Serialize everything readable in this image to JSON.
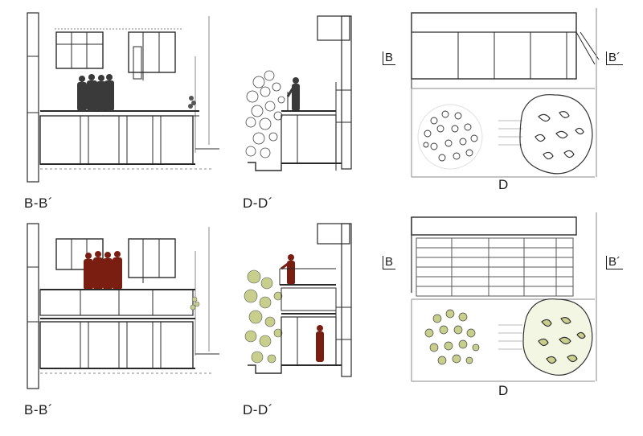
{
  "labels": {
    "section_bb": "B-B´",
    "section_dd": "D-D´",
    "plan_b_left": "B",
    "plan_b_right": "B´",
    "plan_d": "D"
  },
  "colors": {
    "ink": "#2a2a2a",
    "grey_line": "#888888",
    "silhouette_dark": "#3a3a3a",
    "silhouette_red": "#7a1e12",
    "foliage_green": "#c8cf8c"
  }
}
